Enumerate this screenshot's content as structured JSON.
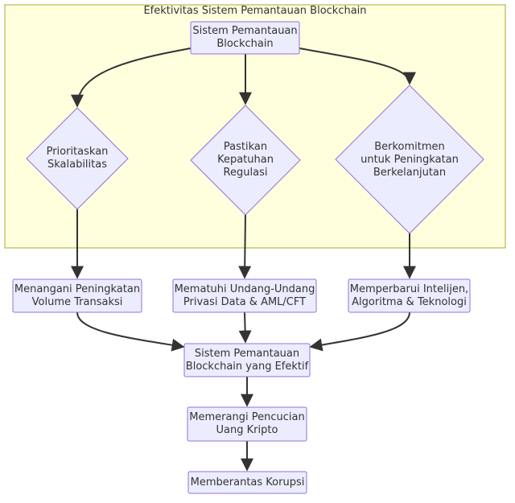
{
  "cluster": {
    "title": "Efektivitas Sistem Pemantauan Blockchain"
  },
  "nodes": {
    "monitoring_system": "Sistem Pemantauan\nBlockchain",
    "prioritize_scalability": "Prioritaskan\nSkalabilitas",
    "ensure_compliance": "Pastikan\nKepatuhan\nRegulasi",
    "commit_improvement": "Berkomitmen\nuntuk Peningkatan\nBerkelanjutan",
    "handle_volume": "Menangani Peningkatan\nVolume Transaksi",
    "comply_laws": "Mematuhi Undang-Undang\nPrivasi Data & AML/CFT",
    "update_intel": "Memperbarui Intelijen,\nAlgoritma & Teknologi",
    "effective_system": "Sistem Pemantauan\nBlockchain yang Efektif",
    "combat_laundering": "Memerangi Pencucian\nUang Kripto",
    "eradicate_corruption": "Memberantas Korupsi"
  },
  "colors": {
    "cluster_fill": "#ffffde",
    "cluster_stroke": "#aaaa33",
    "node_fill": "#ececff",
    "node_stroke": "#9370db",
    "edge": "#333333"
  }
}
